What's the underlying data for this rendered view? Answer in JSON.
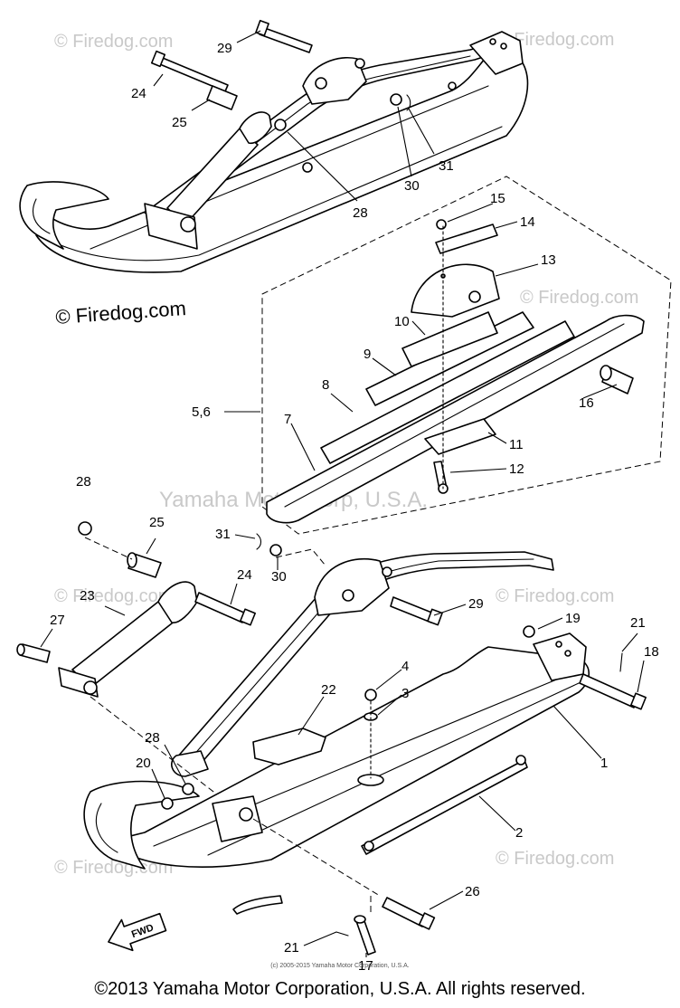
{
  "watermarks": {
    "brand": "© Firedog.com",
    "brand_small": "© Firedog.com",
    "corp": "Yamaha Motor Corp, U.S.A."
  },
  "callouts": [
    {
      "id": "c29a",
      "text": "29"
    },
    {
      "id": "c24a",
      "text": "24"
    },
    {
      "id": "c25a",
      "text": "25"
    },
    {
      "id": "c28a",
      "text": "28"
    },
    {
      "id": "c30a",
      "text": "30"
    },
    {
      "id": "c31a",
      "text": "31"
    },
    {
      "id": "c15",
      "text": "15"
    },
    {
      "id": "c14",
      "text": "14"
    },
    {
      "id": "c13",
      "text": "13"
    },
    {
      "id": "c10",
      "text": "10"
    },
    {
      "id": "c9",
      "text": "9"
    },
    {
      "id": "c8",
      "text": "8"
    },
    {
      "id": "c56",
      "text": "5,6"
    },
    {
      "id": "c7",
      "text": "7"
    },
    {
      "id": "c16",
      "text": "16"
    },
    {
      "id": "c11",
      "text": "11"
    },
    {
      "id": "c12",
      "text": "12"
    },
    {
      "id": "c28b",
      "text": "28"
    },
    {
      "id": "c25b",
      "text": "25"
    },
    {
      "id": "c31b",
      "text": "31"
    },
    {
      "id": "c30b",
      "text": "30"
    },
    {
      "id": "c23",
      "text": "23"
    },
    {
      "id": "c24b",
      "text": "24"
    },
    {
      "id": "c29b",
      "text": "29"
    },
    {
      "id": "c27",
      "text": "27"
    },
    {
      "id": "c19",
      "text": "19"
    },
    {
      "id": "c21a",
      "text": "21"
    },
    {
      "id": "c18",
      "text": "18"
    },
    {
      "id": "c4",
      "text": "4"
    },
    {
      "id": "c3",
      "text": "3"
    },
    {
      "id": "c22",
      "text": "22"
    },
    {
      "id": "c1",
      "text": "1"
    },
    {
      "id": "c28c",
      "text": "28"
    },
    {
      "id": "c20",
      "text": "20"
    },
    {
      "id": "c2",
      "text": "2"
    },
    {
      "id": "c26",
      "text": "26"
    },
    {
      "id": "c21b",
      "text": "21"
    },
    {
      "id": "c17",
      "text": "17"
    }
  ],
  "fwd_label": "FWD",
  "tiny_copyright": "(c) 2005-2015 Yamaha Motor Corporation, U.S.A.",
  "footer": "©2013 Yamaha Motor Corporation, U.S.A. All rights reserved."
}
